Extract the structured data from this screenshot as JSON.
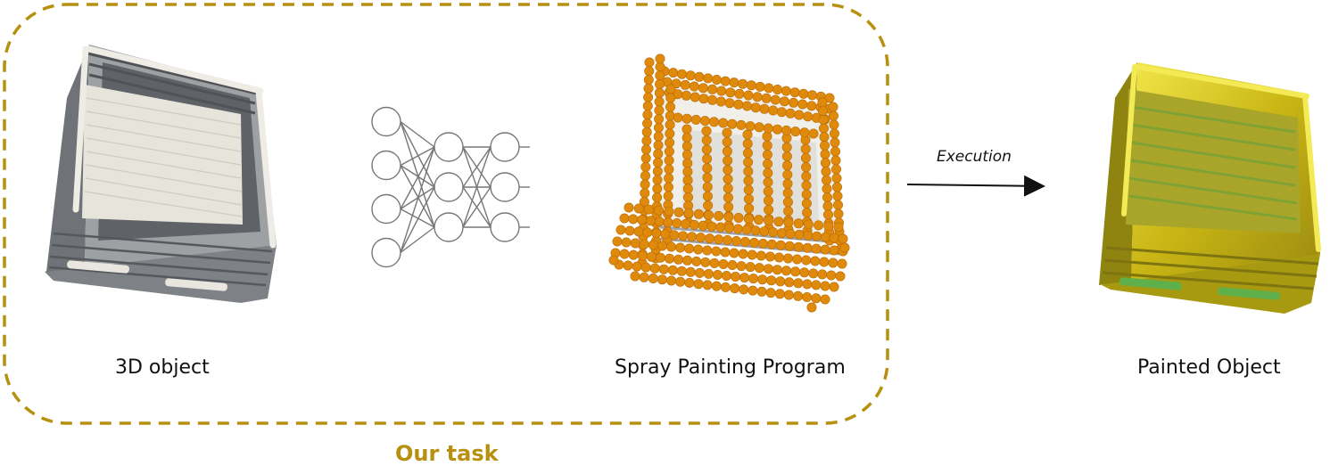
{
  "labels": {
    "object": "3D object",
    "program": "Spray Painting Program",
    "painted": "Painted Object",
    "execution": "Execution",
    "task": "Our task"
  },
  "colors": {
    "task_box": "#b8900f",
    "spray_points": "#e08a0c",
    "painted": "#d4c414",
    "object_gray": "#8c8f93",
    "object_panel": "#e7e4dc"
  },
  "network": {
    "layers": [
      4,
      3,
      3
    ]
  }
}
